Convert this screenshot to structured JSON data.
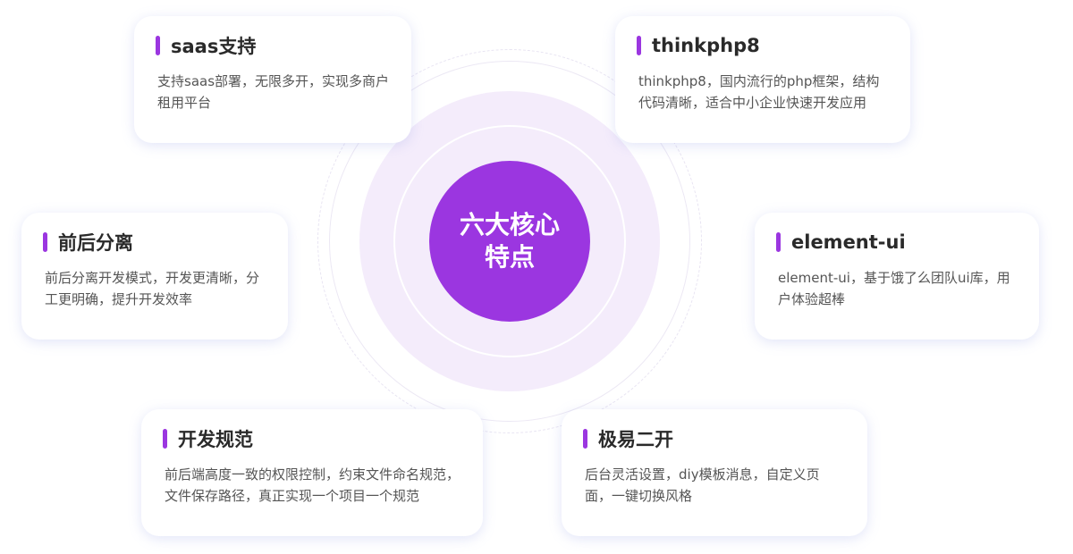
{
  "center": {
    "title": "六大核心特点"
  },
  "features": [
    {
      "title": "saas支持",
      "desc": "支持saas部署，无限多开，实现多商户租用平台"
    },
    {
      "title": "thinkphp8",
      "desc": "thinkphp8，国内流行的php框架，结构代码清晰，适合中小企业快速开发应用"
    },
    {
      "title": "前后分离",
      "desc": "前后分离开发模式，开发更清晰，分工更明确，提升开发效率"
    },
    {
      "title": "element-ui",
      "desc": "element-ui，基于饿了么团队ui库，用户体验超棒"
    },
    {
      "title": "开发规范",
      "desc": "前后端高度一致的权限控制，约束文件命名规范，文件保存路径，真正实现一个项目一个规范"
    },
    {
      "title": "极易二开",
      "desc": "后台灵活设置，diy模板消息，自定义页面，一键切换风格"
    }
  ],
  "colors": {
    "accent": "#9b36e0",
    "halo": "#f4ecfb",
    "title_text": "#2a2a2a",
    "desc_text": "#555555"
  }
}
